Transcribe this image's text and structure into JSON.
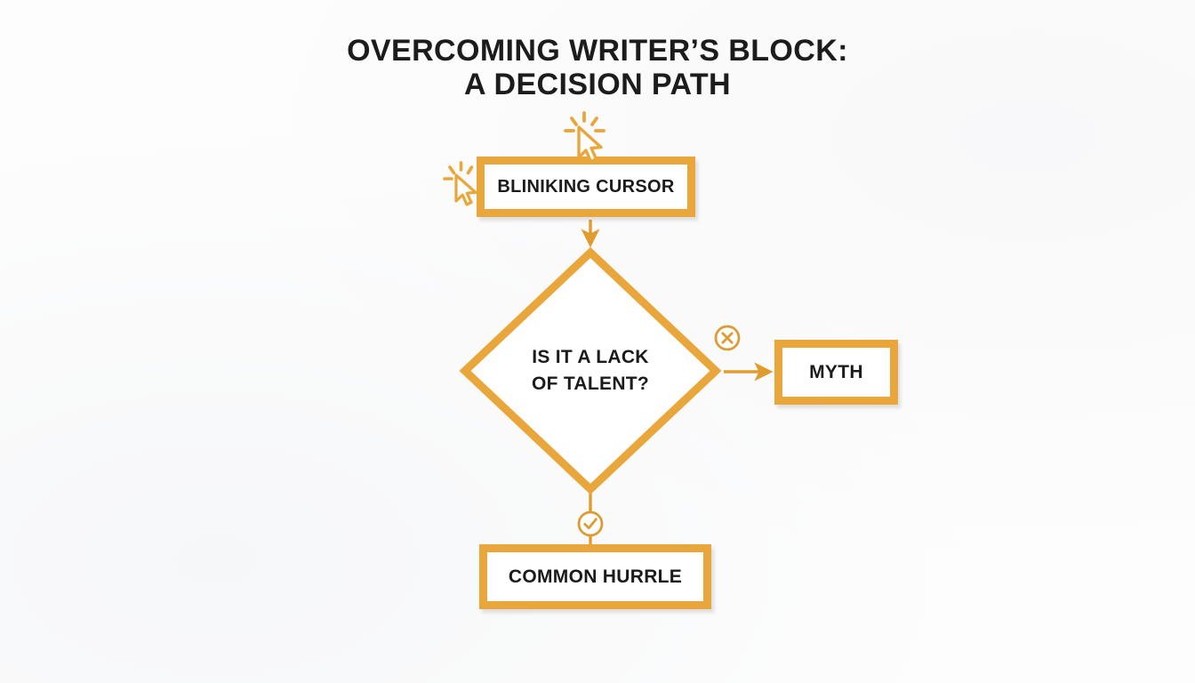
{
  "theme": {
    "accent": "#E9A63B",
    "accent_deep": "#DE9A2E",
    "text": "#1b1b1b",
    "background": "#fdfdfd"
  },
  "title": {
    "line1": "OVERCOMING WRITER’S BLOCK:",
    "line2": "A DECISION PATH"
  },
  "flowchart": {
    "type": "decision-flowchart",
    "nodes": [
      {
        "id": "start",
        "shape": "rectangle",
        "label": "BLINIKING CURSOR"
      },
      {
        "id": "decision",
        "shape": "diamond",
        "label": "IS IT A LACK\nOF TALENT?"
      },
      {
        "id": "myth",
        "shape": "rectangle",
        "label": "MYTH"
      },
      {
        "id": "hurdle",
        "shape": "rectangle",
        "label": "COMMON HURRLE"
      }
    ],
    "edges": [
      {
        "from": "start",
        "to": "decision",
        "direction": "down",
        "label": ""
      },
      {
        "from": "decision",
        "to": "myth",
        "direction": "right",
        "label": "",
        "marker": "circle-x"
      },
      {
        "from": "decision",
        "to": "hurdle",
        "direction": "down",
        "label": "",
        "marker": "circle-check"
      }
    ]
  },
  "icons": {
    "cursor_left": "click-cursor-icon",
    "cursor_top": "click-cursor-icon",
    "reject_marker": "circle-x-icon",
    "accept_marker": "circle-check-icon"
  }
}
